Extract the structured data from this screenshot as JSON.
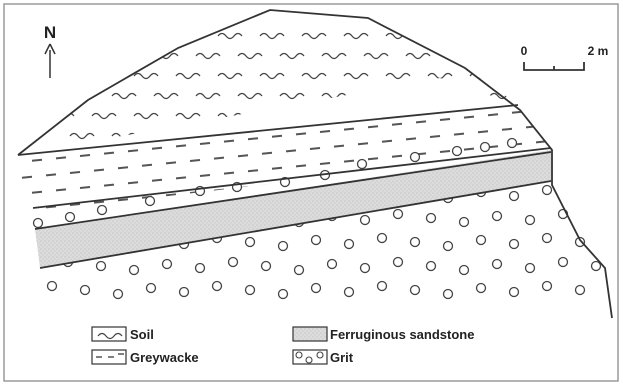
{
  "north_arrow": {
    "label": "N"
  },
  "scale_bar": {
    "start_label": "0",
    "end_label": "2 m"
  },
  "legend": {
    "items": [
      {
        "key": "soil",
        "label": "Soil"
      },
      {
        "key": "greywacke",
        "label": "Greywacke"
      },
      {
        "key": "ferruginous",
        "label": "Ferruginous sandstone"
      },
      {
        "key": "grit",
        "label": "Grit"
      }
    ]
  },
  "colors": {
    "line": "#333333",
    "dash": "#555555",
    "sandstone": "#d9d9d9",
    "background": "#ffffff"
  }
}
